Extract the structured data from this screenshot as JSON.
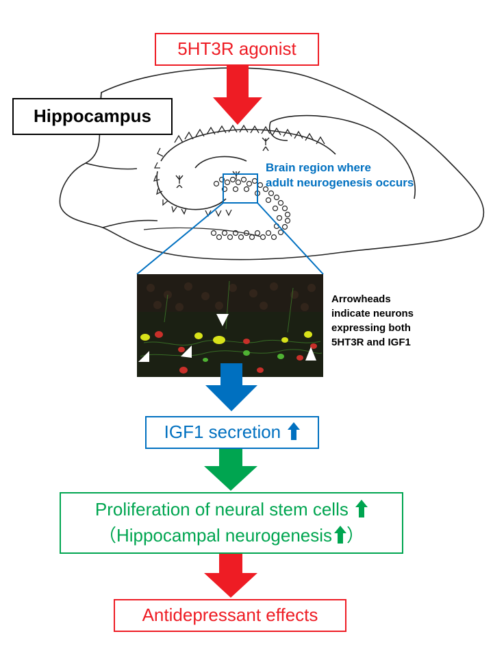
{
  "boxes": {
    "agonist": "5HT3R agonist",
    "hippocampus": "Hippocampus",
    "igf1": "IGF1 secretion",
    "prolif_line1": "Proliferation of neural stem cells",
    "prolif_line2_prefix": "（Hippocampal neurogenesis",
    "prolif_line2_suffix": "）",
    "antidep": "Antidepressant effects"
  },
  "annotations": {
    "region_line1": "Brain region where",
    "region_line2": "adult neurogenesis occurs",
    "arrow_line1": "Arrowheads",
    "arrow_line2": "indicate neurons",
    "arrow_line3": "expressing both",
    "arrow_line4": "5HT3R and IGF1"
  },
  "colors": {
    "red": "#ee1c24",
    "blue": "#0070c0",
    "green": "#00a550",
    "micro_bg": "#1a1f12"
  },
  "icons": {
    "up_arrow": "up-arrow-icon",
    "flow_arrow": "down-arrow-icon",
    "arrowhead_marker": "triangle-marker-icon"
  }
}
